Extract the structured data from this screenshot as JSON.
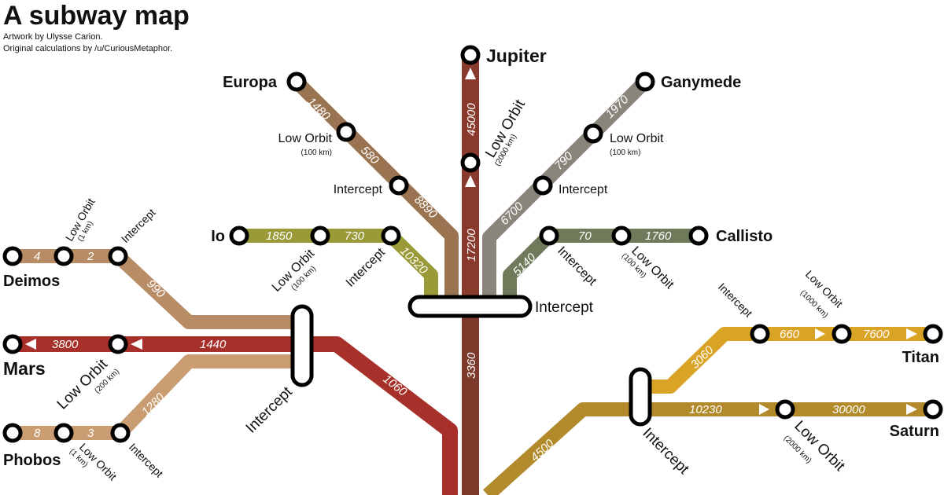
{
  "header": {
    "title": "A subway map",
    "credit_artwork": "Artwork by Ulysse Carion.",
    "credit_calc": "Original calculations by /u/CuriousMetaphor."
  },
  "colors": {
    "jupiter_line": "#8a3a2c",
    "europa_line": "#9a7350",
    "ganymede_line": "#8a857c",
    "io_line": "#9a9a38",
    "callisto_line": "#6e7a5a",
    "deimos_line": "#b88c64",
    "mars_line": "#a7312a",
    "phobos_line": "#c99c72",
    "titan_line": "#d9a326",
    "saturn_line": "#b28a2c",
    "trunk_line": "#7d3a2a",
    "station_fill": "#ffffff",
    "station_stroke": "#000000"
  },
  "stations": {
    "jupiter": "Jupiter",
    "europa": "Europa",
    "ganymede": "Ganymede",
    "io": "Io",
    "callisto": "Callisto",
    "deimos": "Deimos",
    "mars": "Mars",
    "phobos": "Phobos",
    "titan": "Titan",
    "saturn": "Saturn"
  },
  "labels": {
    "low_orbit": "Low Orbit",
    "intercept": "Intercept",
    "km_100": "(100 km)",
    "km_2000": "(2000 km)",
    "km_1000": "(1000 km)",
    "km_200": "(200 km)",
    "km_1": "(1 km)"
  },
  "delta_v": {
    "jupiter_1": "45000",
    "jupiter_2": "17200",
    "trunk": "3360",
    "europa_1": "1480",
    "europa_2": "580",
    "europa_3": "8890",
    "ganymede_1": "1970",
    "ganymede_2": "790",
    "ganymede_3": "6700",
    "io_1": "1850",
    "io_2": "730",
    "io_3": "10320",
    "callisto_1": "1760",
    "callisto_2": "70",
    "callisto_3": "5140",
    "deimos_1": "4",
    "deimos_2": "2",
    "deimos_3": "990",
    "mars_1": "3800",
    "mars_2": "1440",
    "mars_3": "1060",
    "phobos_1": "8",
    "phobos_2": "3",
    "phobos_3": "1280",
    "titan_1": "660",
    "titan_2": "7600",
    "titan_3": "3060",
    "saturn_1": "10230",
    "saturn_2": "30000",
    "saturn_3": "4500"
  }
}
